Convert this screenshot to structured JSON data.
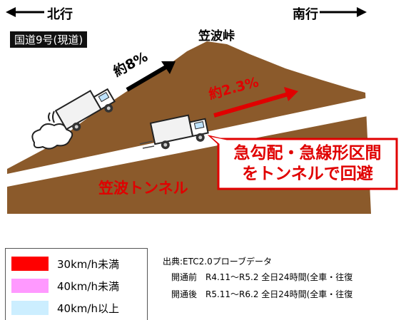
{
  "directions": {
    "north": "北行",
    "south": "南行"
  },
  "route_badge": "国道9号(現道)",
  "pass_name": "笠波峠",
  "old_road_gradient": "約8%",
  "tunnel_gradient": "約2.3%",
  "callout": {
    "line1": "急勾配・急線形区間",
    "line2": "をトンネルで回避"
  },
  "tunnel_name": "笠波トンネル",
  "legend": [
    {
      "label": "30km/h未満",
      "color": "#ff0000"
    },
    {
      "label": "40km/h未満",
      "color": "#ff99ff"
    },
    {
      "label": "40km/h以上",
      "color": "#cceeff"
    }
  ],
  "source": {
    "title": "出典:ETC2.0プローブデータ",
    "before": "開通前　R4.11～R5.2 全日24時間(全車・往復",
    "after": "開通後　R5.11～R6.2 全日24時間(全車・往復"
  },
  "colors": {
    "mountain": "#8b5a2b",
    "accent_red": "#e00000",
    "road": "#ffffff"
  }
}
